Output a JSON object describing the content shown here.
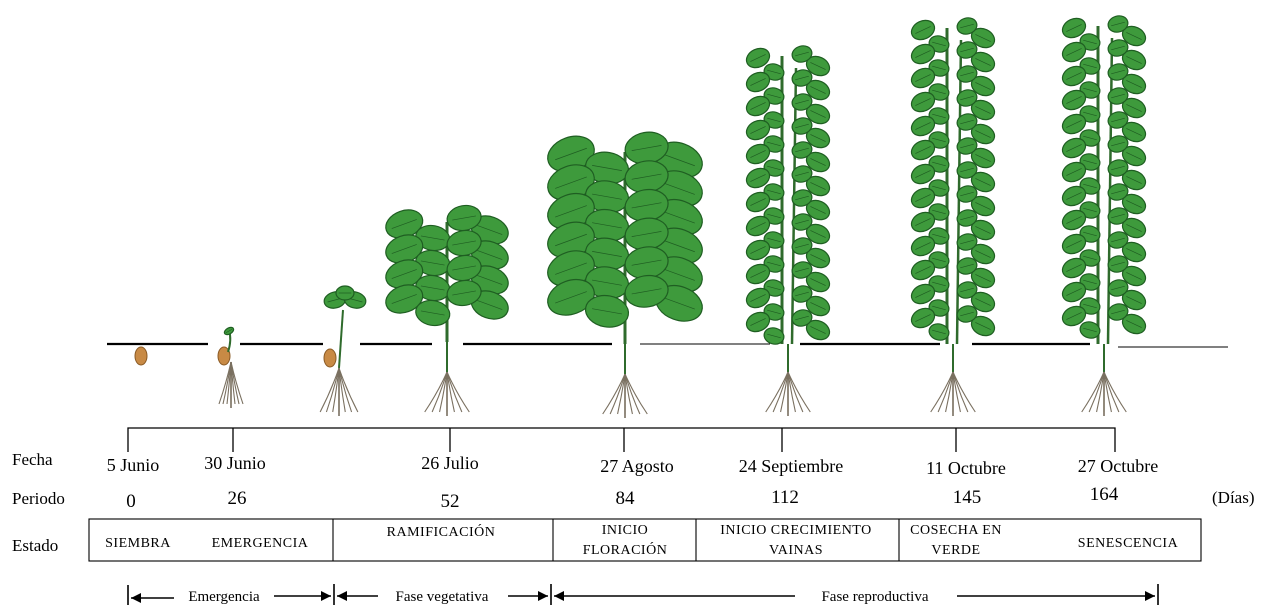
{
  "row_labels": {
    "fecha": "Fecha",
    "periodo": "Periodo",
    "estado": "Estado",
    "unit": "(Días)"
  },
  "dates": [
    "5 Junio",
    "30 Junio",
    "26 Julio",
    "27 Agosto",
    "24 Septiembre",
    "11 Octubre",
    "27 Octubre"
  ],
  "days": [
    "0",
    "26",
    "52",
    "84",
    "112",
    "145",
    "164"
  ],
  "states": {
    "siembra": "SIEMBRA",
    "emergencia": "EMERGENCIA",
    "ramificacion": "RAMIFICACIÓN",
    "inicio_floracion_1": "INICIO",
    "inicio_floracion_2": "FLORACIÓN",
    "inicio_vainas_1": "INICIO CRECIMIENTO",
    "inicio_vainas_2": "VAINAS",
    "cosecha_1": "COSECHA EN",
    "cosecha_2": "VERDE",
    "senescencia": "SENESCENCIA"
  },
  "phases": {
    "emergencia": "Emergencia",
    "vegetativa": "Fase vegetativa",
    "reproductiva": "Fase reproductiva"
  },
  "colors": {
    "leaf": "#3e9a3c",
    "leaf_dark": "#1f5e22",
    "stem": "#2f6b2c",
    "root": "#7a7060",
    "seed": "#c88a45",
    "line": "#000000"
  }
}
